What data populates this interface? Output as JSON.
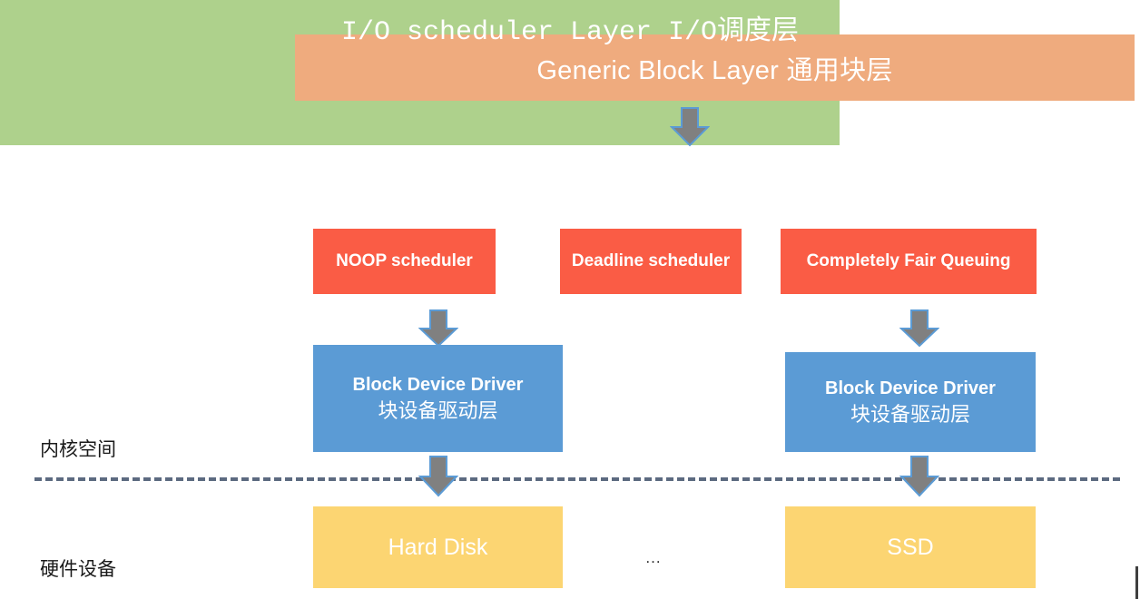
{
  "diagram": {
    "title": "Linux Block I/O Stack",
    "layers": {
      "generic_block": {
        "label": "Generic Block Layer 通用块层",
        "color": "#efab7e"
      },
      "io_scheduler": {
        "title": "I/O scheduler Layer I/O调度层",
        "color": "#aed18c",
        "schedulers": [
          {
            "label": "NOOP scheduler",
            "color": "#fa5c45"
          },
          {
            "label": "Deadline scheduler",
            "color": "#fa5c45"
          },
          {
            "label": "Completely Fair Queuing",
            "color": "#fa5c45"
          }
        ]
      },
      "drivers": [
        {
          "label_en": "Block Device Driver",
          "label_cn": "块设备驱动层",
          "color": "#5b9bd5"
        },
        {
          "label_en": "Block Device Driver",
          "label_cn": "块设备驱动层",
          "color": "#5b9bd5"
        }
      ],
      "devices": [
        {
          "label": "Hard Disk",
          "color": "#fcd572"
        },
        {
          "label": "SSD",
          "color": "#fcd572"
        }
      ],
      "device_ellipsis": "..."
    },
    "side_labels": {
      "kernel_space": "内核空间",
      "hardware": "硬件设备"
    },
    "arrow_color": "#808080",
    "arrow_border_color": "#5b9bd5",
    "divider_color": "#5c6a80"
  }
}
